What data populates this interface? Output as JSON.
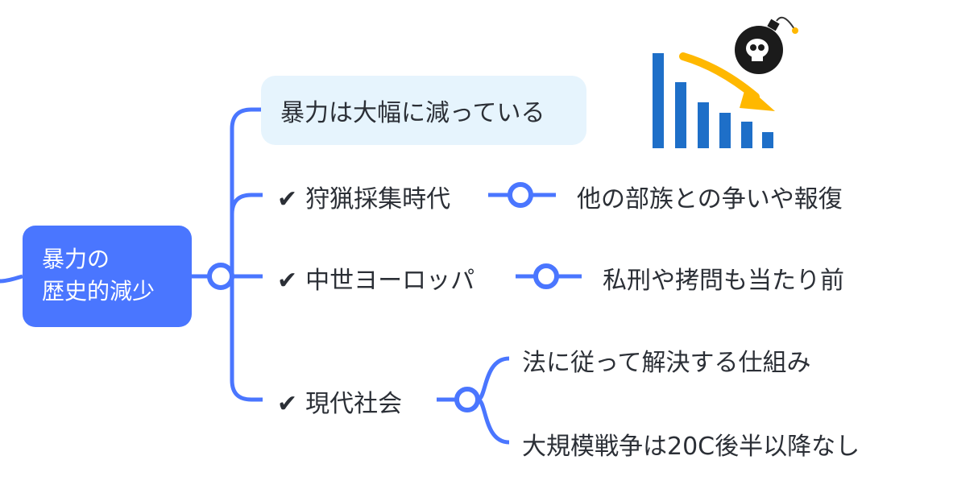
{
  "colors": {
    "root_fill": "#4a76ff",
    "connector": "#4a76ff",
    "summary_fill": "#e6f4fd",
    "text": "#2b2f36",
    "bar_fill": "#1e6fc8",
    "arrow": "#ffb800",
    "bomb": "#1b1b1b"
  },
  "root": {
    "line1": "暴力の",
    "line2": "歴史的減少"
  },
  "summary": {
    "text": "暴力は大幅に減っている"
  },
  "check_icon": "✔",
  "branches": [
    {
      "label": "狩猟採集時代",
      "children": [
        "他の部族との争いや報復"
      ]
    },
    {
      "label": "中世ヨーロッパ",
      "children": [
        "私刑や拷問も当たり前"
      ]
    },
    {
      "label": "現代社会",
      "children": [
        "法に従って解決する仕組み",
        "大規模戦争は20C後半以降なし"
      ]
    }
  ],
  "illustration": {
    "icons": [
      "declining-bar-chart-icon",
      "down-arrow-icon",
      "skull-bomb-icon"
    ]
  }
}
